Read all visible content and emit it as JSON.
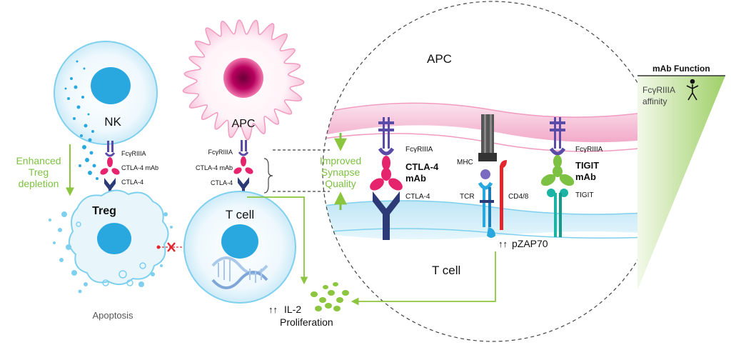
{
  "colors": {
    "cell_fill": "#e8f6fc",
    "cell_stroke": "#7fd0ee",
    "nucleus": "#29a8e0",
    "apc_outer": "#fde3ee",
    "apc_nucleus": "#c1006a",
    "antibody_pink": "#e6246e",
    "antibody_green": "#7dc142",
    "receptor_navy": "#2c3a78",
    "receptor_purple": "#5b4ba8",
    "teal": "#1bb3a4",
    "red": "#e3262d",
    "green_text": "#7dc142",
    "arrow_green": "#8cc63f",
    "grey_text": "#555555"
  },
  "left": {
    "nk_label": "NK",
    "fcgr_label": "FcγRIIIA",
    "ctla4_mab_label": "CTLA-4 mAb",
    "ctla4_label": "CTLA-4",
    "enhanced_line1": "Enhanced",
    "enhanced_line2": "Treg",
    "enhanced_line3": "depletion",
    "treg_label": "Treg",
    "apoptosis_label": "Apoptosis"
  },
  "center": {
    "apc_label": "APC",
    "fcgr_label": "FcγRIIIA",
    "ctla4_mab_label": "CTLA-4 mAb",
    "ctla4_label": "CTLA-4",
    "tcell_label": "T cell",
    "il2_arrows": "↑↑",
    "il2_line1": "IL-2",
    "il2_line2": "Proliferation"
  },
  "zoom": {
    "apc_label": "APC",
    "tcell_label": "T cell",
    "improved_line1": "Improved",
    "improved_line2": "Synapse",
    "improved_line3": "Quality",
    "fcgr_left": "FcγRIIIA",
    "ctla4_mab_line1": "CTLA-4",
    "ctla4_mab_line2": "mAb",
    "ctla4_label": "CTLA-4",
    "mhc_label": "MHC",
    "tcr_label": "TCR",
    "cd48_label": "CD4/8",
    "pzap_arrows": "↑↑",
    "pzap_label": "pZAP70",
    "fcgr_right": "FcγRIIIA",
    "tigit_mab_line1": "TIGIT",
    "tigit_mab_line2": "mAb",
    "tigit_label": "TIGIT"
  },
  "legend": {
    "title": "mAb Function",
    "line1": "FcγRIIIA",
    "line2": "affinity"
  }
}
